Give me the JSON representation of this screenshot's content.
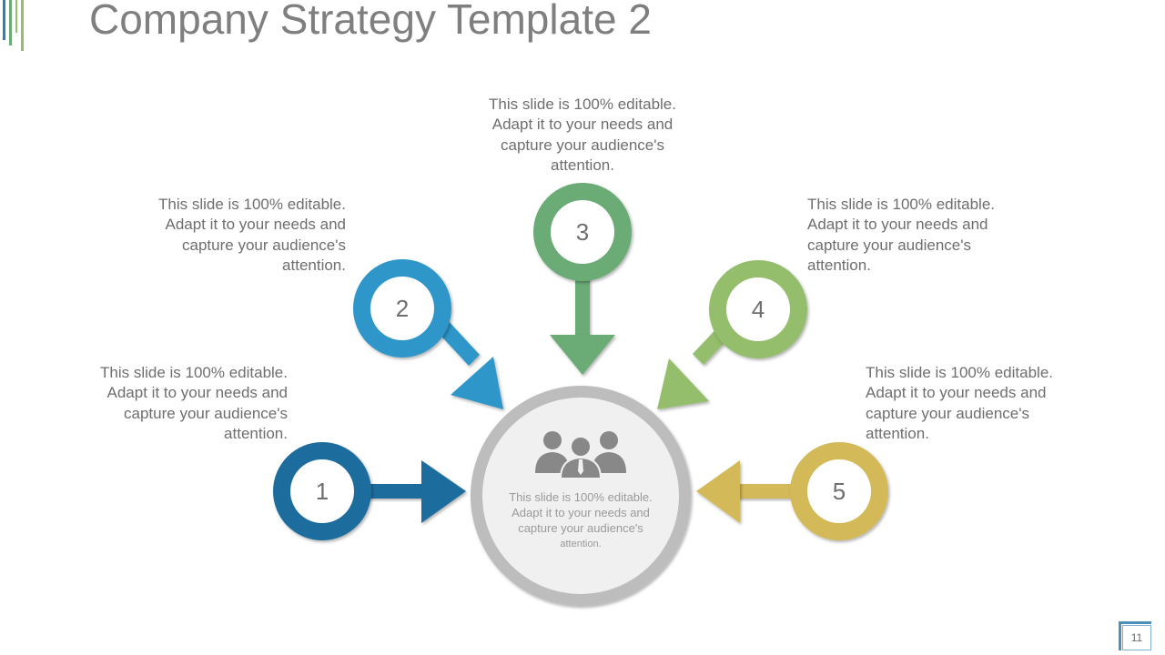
{
  "title": "Company Strategy Template 2",
  "colors": {
    "step1": "#1f6d9e",
    "step2": "#2e96c8",
    "step3": "#6aab76",
    "step4": "#94bd6c",
    "step5": "#d3b958",
    "hub_ring": "#bdbdbd",
    "hub_fill": "#f0f0f0",
    "people_icon": "#888888"
  },
  "steps": [
    {
      "number": "1",
      "text": "This slide is 100% editable. Adapt it to your needs and capture your audience's attention."
    },
    {
      "number": "2",
      "text": "This slide is 100% editable. Adapt it to your needs and capture your audience's attention."
    },
    {
      "number": "3",
      "text": "This slide is 100% editable. Adapt it to your needs and capture your audience's attention."
    },
    {
      "number": "4",
      "text": "This slide is 100% editable. Adapt it to your needs and capture your audience's attention."
    },
    {
      "number": "5",
      "text": "This slide is 100% editable. Adapt it to your needs and capture your audience's attention."
    }
  ],
  "hub": {
    "icon": "people-group-icon",
    "text_main": "This slide is 100% editable. Adapt it to your needs and capture your audience's",
    "text_tail": "attention."
  },
  "page_number": "11"
}
